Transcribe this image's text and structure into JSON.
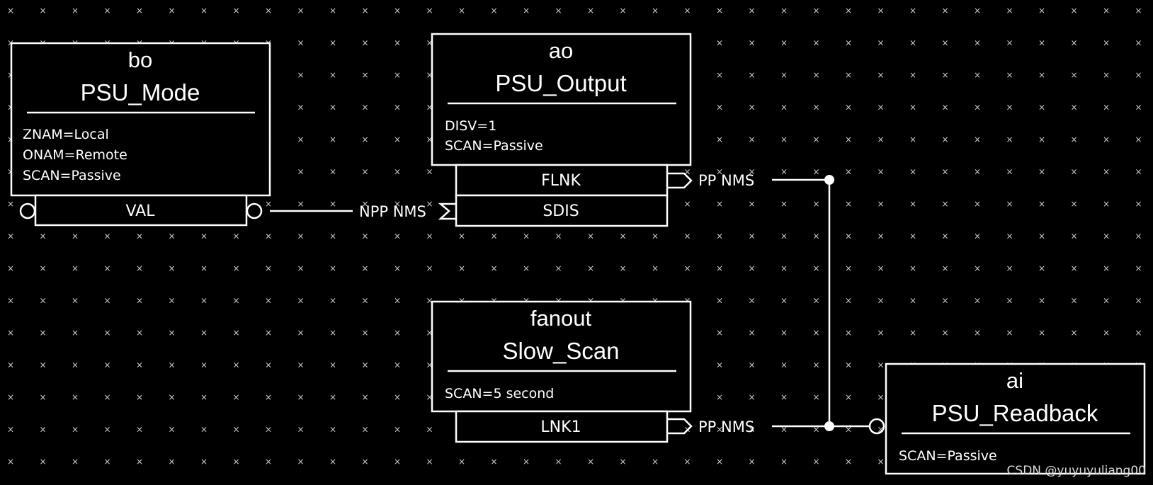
{
  "records": {
    "bo": {
      "type": "bo",
      "name": "PSU_Mode",
      "fields": [
        "ZNAM=Local",
        "ONAM=Remote",
        "SCAN=Passive"
      ],
      "ports": [
        "VAL"
      ]
    },
    "ao": {
      "type": "ao",
      "name": "PSU_Output",
      "fields": [
        "DISV=1",
        "SCAN=Passive"
      ],
      "ports": [
        "FLNK",
        "SDIS"
      ]
    },
    "fanout": {
      "type": "fanout",
      "name": "Slow_Scan",
      "fields": [
        "SCAN=5 second"
      ],
      "ports": [
        "LNK1"
      ]
    },
    "ai": {
      "type": "ai",
      "name": "PSU_Readback",
      "fields": [
        "SCAN=Passive"
      ],
      "ports": []
    }
  },
  "links": {
    "sdis_link": "NPP NMS",
    "flnk_link": "PP NMS",
    "lnk1_link": "PP NMS"
  },
  "watermark": "CSDN @yuyuyuliang00"
}
